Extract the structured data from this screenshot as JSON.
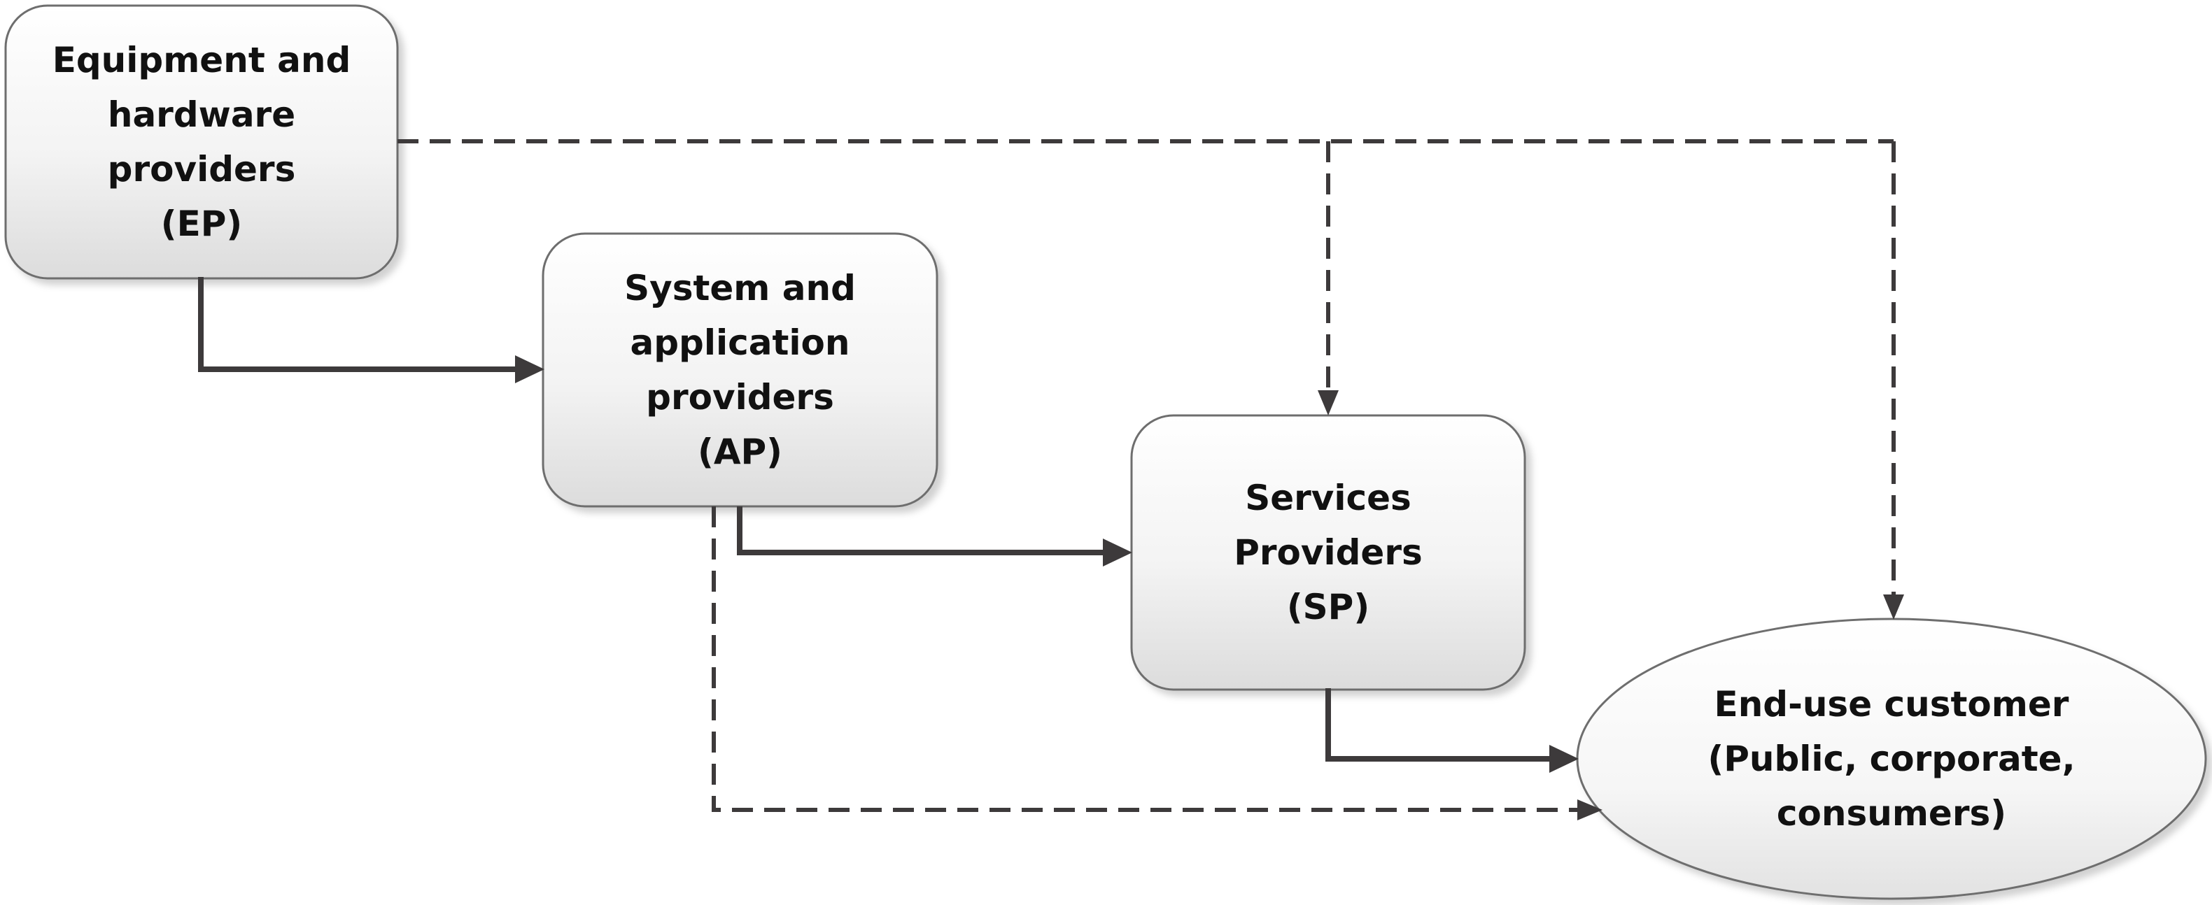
{
  "nodes": {
    "ep": {
      "lines": [
        "Equipment and",
        "hardware",
        "providers",
        "(EP)"
      ]
    },
    "ap": {
      "lines": [
        "System and",
        "application",
        "providers",
        "(AP)"
      ]
    },
    "sp": {
      "lines": [
        "Services",
        "Providers",
        "(SP)"
      ]
    },
    "customer": {
      "lines": [
        "End-use customer",
        "(Public, corporate,",
        "consumers)"
      ]
    }
  },
  "colors": {
    "connector": "#3d3a3b",
    "box_border": "#6e6e6e",
    "box_fill_top": "#ffffff",
    "box_fill_bottom": "#dedede",
    "text": "#111111"
  }
}
